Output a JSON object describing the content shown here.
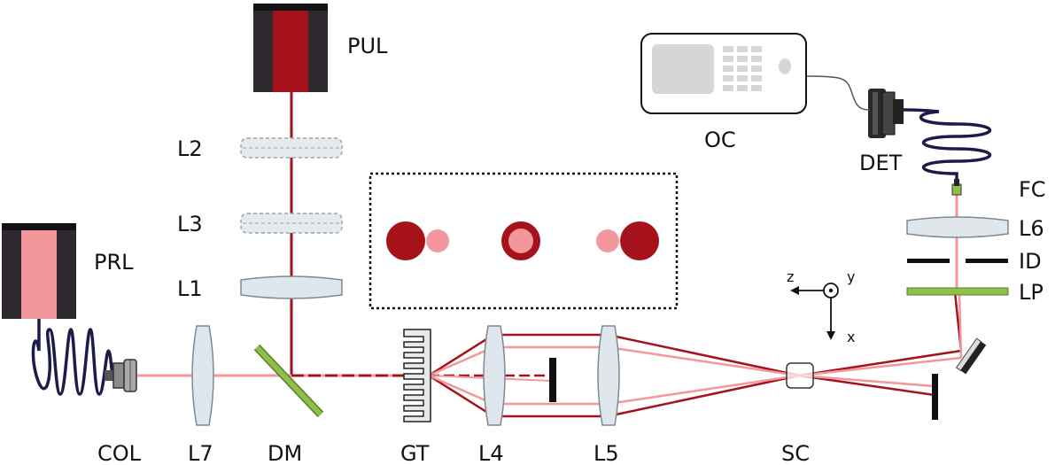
{
  "labels": {
    "pul": "PUL",
    "prl": "PRL",
    "l1": "L1",
    "l2": "L2",
    "l3": "L3",
    "l4": "L4",
    "l5": "L5",
    "l6": "L6",
    "l7": "L7",
    "col": "COL",
    "dm": "DM",
    "gt": "GT",
    "sc": "SC",
    "oc": "OC",
    "det": "DET",
    "fc": "FC",
    "id": "ID",
    "lp": "LP"
  },
  "axes": {
    "z": "z",
    "y": "y",
    "x": "x"
  },
  "colors": {
    "pump_beam": "#a5121c",
    "probe_beam": "#f2979b",
    "laser_body": "#2f2a30",
    "fiber": "#1c1b4a",
    "lens_fill": "#dfe6ec",
    "lens_stroke": "#7c8a96",
    "filter_green": "#8cc04a"
  }
}
